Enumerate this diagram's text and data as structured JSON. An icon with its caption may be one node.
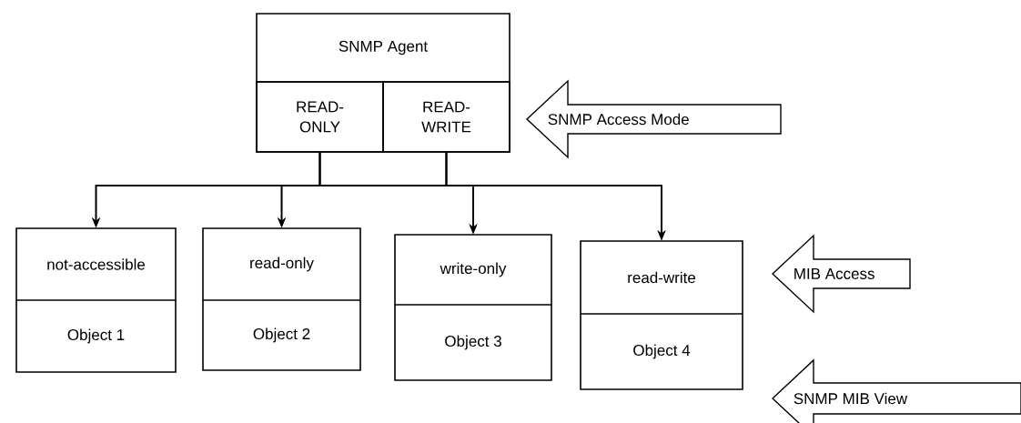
{
  "diagram": {
    "nodes": [
      {
        "text": [
          "SNMP Agent"
        ]
      },
      {
        "text": [
          "READ- ONLY"
        ],
        "in": 0
      },
      {
        "text": [
          "READ- WRITE"
        ],
        "in": 0
      },
      {
        "text": [
          "not-accessible",
          "Object 1"
        ]
      },
      {
        "text": [
          "read-only",
          "Object 2"
        ]
      },
      {
        "text": [
          "write-only",
          "Object 3"
        ]
      },
      {
        "text": [
          "read-write",
          "Object 4"
        ]
      },
      {
        "text": [
          "SNMP Access Mode"
        ]
      },
      {
        "text": [
          "MIB Access"
        ]
      },
      {
        "text": [
          "SNMP MIB View"
        ]
      }
    ],
    "edges": [
      {
        "from": 1,
        "to": 3,
        "arrow": "to"
      },
      {
        "from": 1,
        "to": 4,
        "arrow": "to"
      },
      {
        "from": 1,
        "to": 5,
        "arrow": "to"
      },
      {
        "from": 1,
        "to": 6,
        "arrow": "to"
      },
      {
        "from": 2,
        "to": 3,
        "arrow": "to"
      },
      {
        "from": 2,
        "to": 4,
        "arrow": "to"
      },
      {
        "from": 2,
        "to": 5,
        "arrow": "to"
      },
      {
        "from": 2,
        "to": 6,
        "arrow": "to"
      }
    ]
  }
}
